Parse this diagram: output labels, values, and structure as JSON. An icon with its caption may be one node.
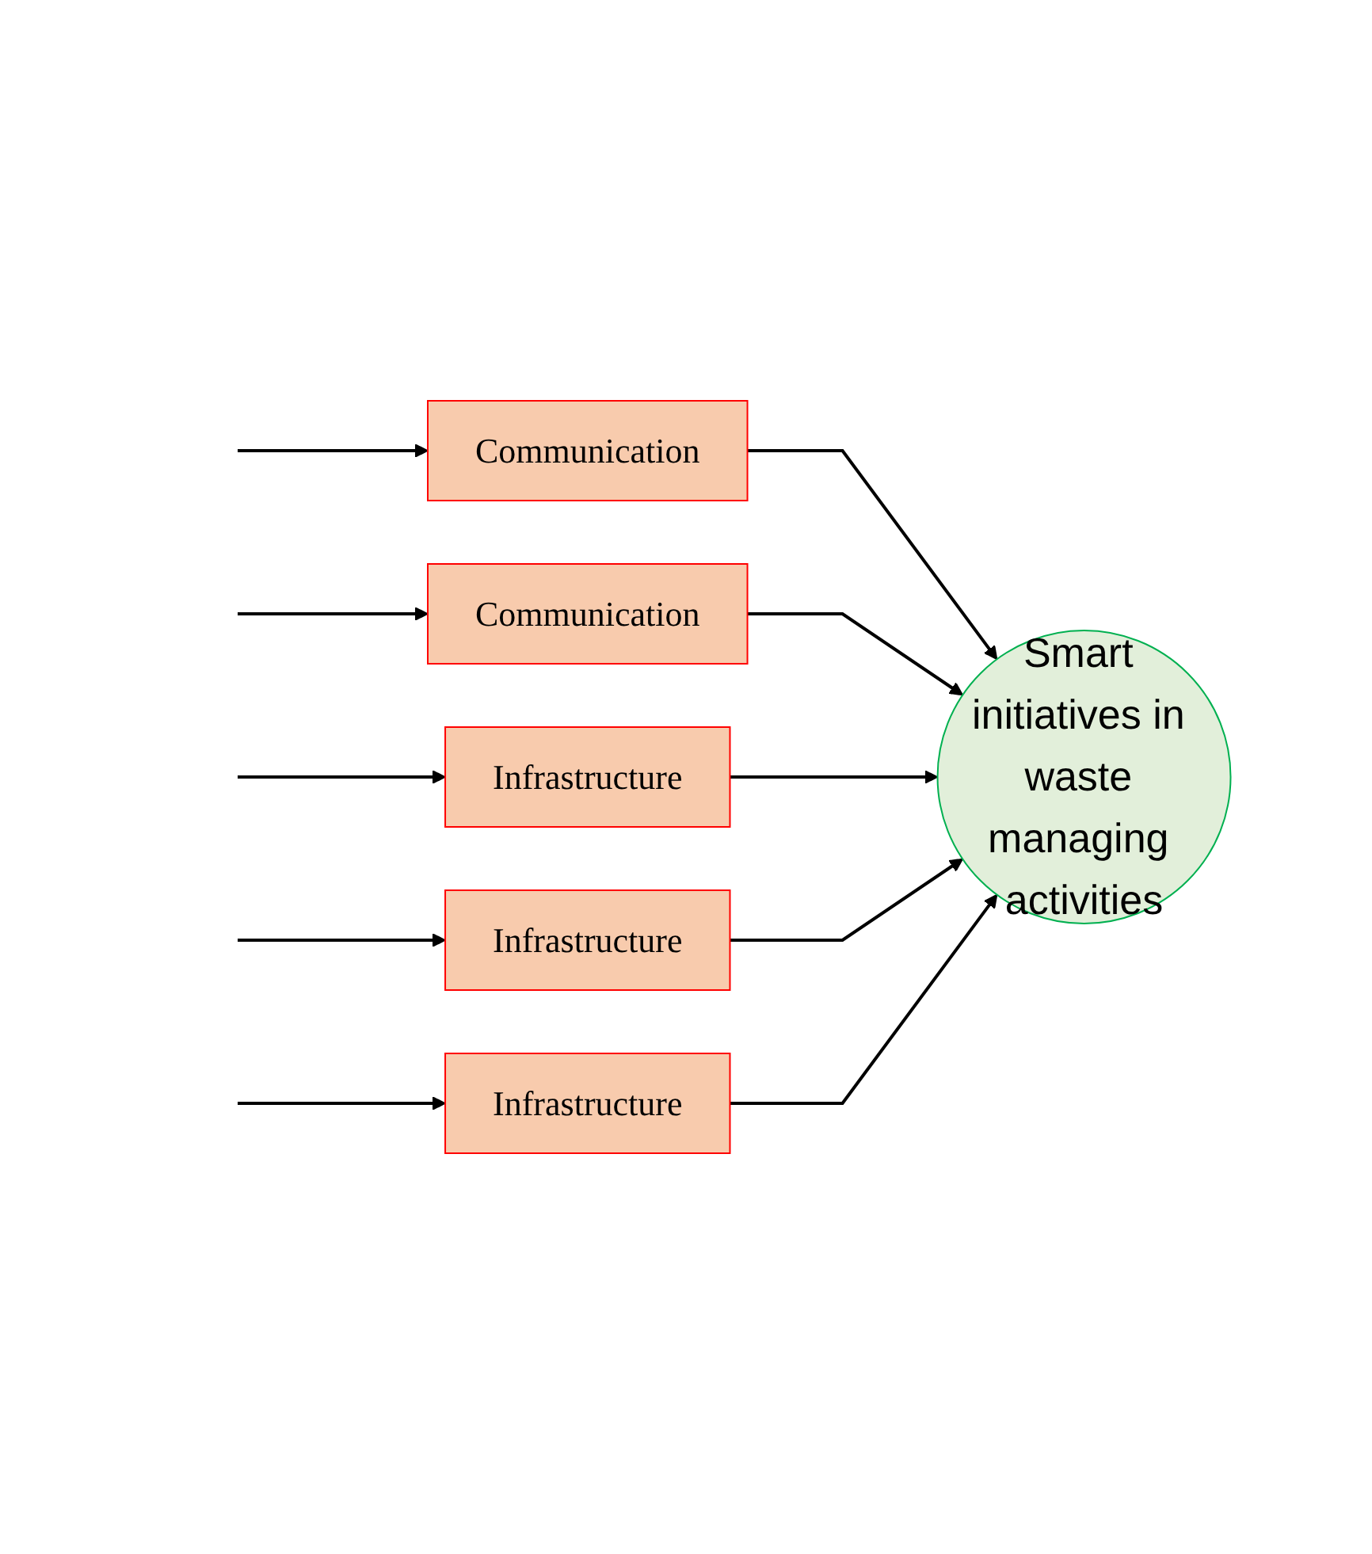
{
  "diagram": {
    "nodes": [
      {
        "text": [
          "Communication"
        ]
      },
      {
        "text": [
          "Communication"
        ]
      },
      {
        "text": [
          "Infrastructure"
        ]
      },
      {
        "text": [
          "Infrastructure"
        ]
      },
      {
        "text": [
          "Infrastructure"
        ]
      },
      {
        "text": [
          "Smart initiatives in waste managing activities"
        ]
      }
    ],
    "edges": [
      {
        "from": null,
        "to": 0,
        "arrow": "to"
      },
      {
        "from": null,
        "to": 1,
        "arrow": "to"
      },
      {
        "from": null,
        "to": 2,
        "arrow": "to"
      },
      {
        "from": null,
        "to": 3,
        "arrow": "to"
      },
      {
        "from": null,
        "to": 4,
        "arrow": "to"
      },
      {
        "from": 0,
        "to": 5,
        "arrow": "to"
      },
      {
        "from": 1,
        "to": 5,
        "arrow": "to"
      },
      {
        "from": 2,
        "to": 5,
        "arrow": "to"
      },
      {
        "from": 3,
        "to": 5,
        "arrow": "to"
      },
      {
        "from": 4,
        "to": 5,
        "arrow": "to"
      }
    ]
  }
}
